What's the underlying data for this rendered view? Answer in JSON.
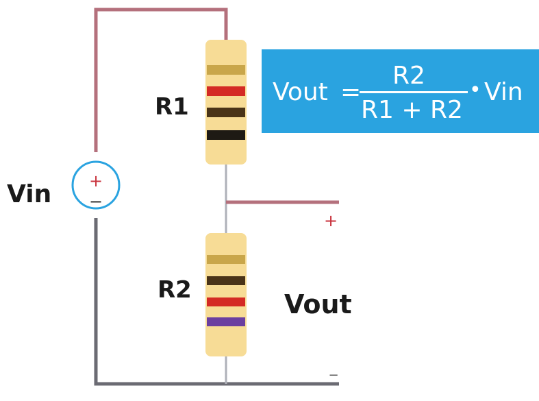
{
  "source": {
    "label": "Vin",
    "plus": "+",
    "minus": "−"
  },
  "resistors": [
    {
      "label": "R1",
      "bands": [
        "#c9a64a",
        "#d42a24",
        "#4a3418",
        "#1e1a14"
      ]
    },
    {
      "label": "R2",
      "bands": [
        "#c9a64a",
        "#4a3418",
        "#d42a24",
        "#6b3fa0"
      ]
    }
  ],
  "output": {
    "label": "Vout",
    "plus": "+",
    "minus": "−"
  },
  "formula": {
    "lhs": "Vout",
    "equals": "=",
    "numerator": "R2",
    "denominator": "R1 + R2",
    "times": "•",
    "rhs": "Vin"
  },
  "colors": {
    "wire_top": "#b4707c",
    "wire_bottom": "#6b6b73",
    "resistor_body": "#f7dc96",
    "source_ring": "#2aa3e0",
    "formula_bg": "#2aa3e0"
  }
}
